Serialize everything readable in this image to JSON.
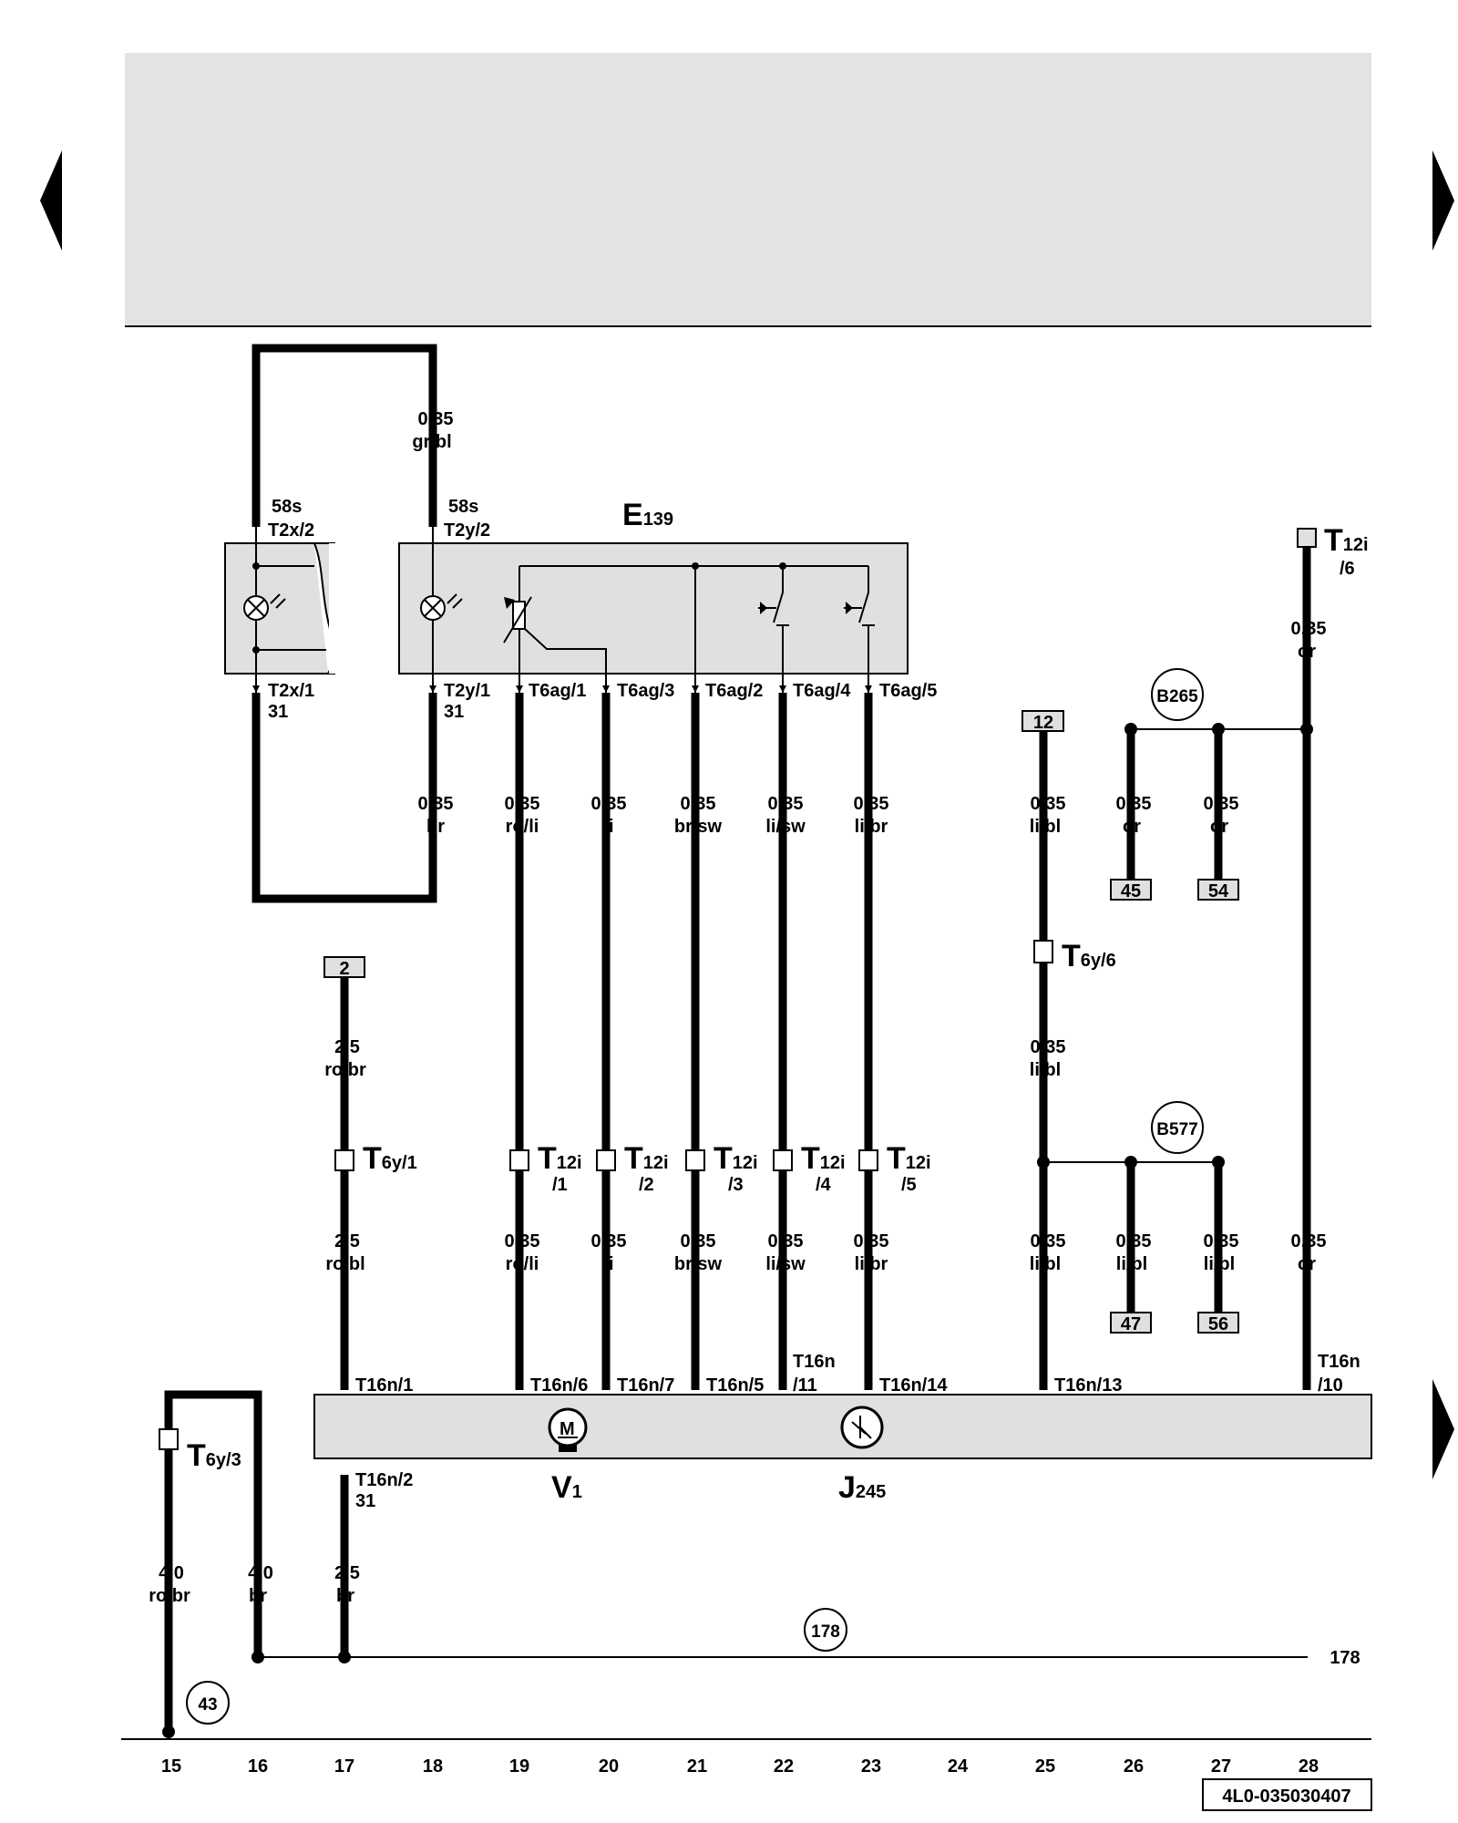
{
  "page_number_left_arrow": "",
  "components": {
    "e139": {
      "name": "E",
      "sub": "139"
    },
    "v1": {
      "name": "V",
      "sub": "1"
    },
    "j245": {
      "name": "J",
      "sub": "245"
    }
  },
  "pin_labels": {
    "t2x_2": "T2x/2",
    "t2x_1": "T2x/1",
    "t2y_2": "T2y/2",
    "t2y_1": "T2y/1",
    "t6ag_1": "T6ag/1",
    "t6ag_3": "T6ag/3",
    "t6ag_2": "T6ag/2",
    "t6ag_4": "T6ag/4",
    "t6ag_5": "T6ag/5",
    "t16n_1": "T16n/1",
    "t16n_6": "T16n/6",
    "t16n_7": "T16n/7",
    "t16n_5": "T16n/5",
    "t16n_11a": "T16n",
    "t16n_11b": "/11",
    "t16n_14": "T16n/14",
    "t16n_13": "T16n/13",
    "t16n_10a": "T16n",
    "t16n_10b": "/10",
    "t16n_2": "T16n/2",
    "s58_a": "58s",
    "s58_b": "58s",
    "s31_a": "31",
    "s31_b": "31",
    "s31_c": "31"
  },
  "connectors": {
    "t12i_main": "T",
    "t12i_sub": "12i",
    "p1": "/1",
    "p2": "/2",
    "p3": "/3",
    "p4": "/4",
    "p5": "/5",
    "p6": "/6",
    "t6y_main": "T",
    "t6y_1": "6y/1",
    "t6y_3": "6y/3",
    "t6y_6": "6y/6"
  },
  "wires": {
    "w18_top": [
      "0,35",
      "gr/bl"
    ],
    "w18": [
      "0,35",
      "br"
    ],
    "w19a": [
      "0,35",
      "ro/li"
    ],
    "w20a": [
      "0,35",
      "li"
    ],
    "w21a": [
      "0,35",
      "br/sw"
    ],
    "w22a": [
      "0,35",
      "li/sw"
    ],
    "w23a": [
      "0,35",
      "li/br"
    ],
    "w19b": [
      "0,35",
      "ro/li"
    ],
    "w20b": [
      "0,35",
      "li"
    ],
    "w21b": [
      "0,35",
      "br/sw"
    ],
    "w22b": [
      "0,35",
      "li/sw"
    ],
    "w23b": [
      "0,35",
      "li/br"
    ],
    "w17a": [
      "2,5",
      "ro/br"
    ],
    "w17b": [
      "2,5",
      "ro/bl"
    ],
    "w17c": [
      "2,5",
      "br"
    ],
    "w15": [
      "4,0",
      "ro/br"
    ],
    "w16": [
      "4,0",
      "br"
    ],
    "w25a": [
      "0,35",
      "li/bl"
    ],
    "w25b": [
      "0,35",
      "li/bl"
    ],
    "w25c": [
      "0,35",
      "li/bl"
    ],
    "w26a": [
      "0,35",
      "or"
    ],
    "w27a": [
      "0,35",
      "or"
    ],
    "w26b": [
      "0,35",
      "li/bl"
    ],
    "w27b": [
      "0,35",
      "li/bl"
    ],
    "w28a": [
      "0,35",
      "or"
    ],
    "w28b": [
      "0,35",
      "or"
    ]
  },
  "refs": {
    "box2": "2",
    "box12": "12",
    "box45": "45",
    "box54": "54",
    "box47": "47",
    "box56": "56",
    "b265": "B265",
    "b577": "B577",
    "c178": "178",
    "c43": "43",
    "end178": "178"
  },
  "columns": [
    "15",
    "16",
    "17",
    "18",
    "19",
    "20",
    "21",
    "22",
    "23",
    "24",
    "25",
    "26",
    "27",
    "28"
  ],
  "doc_code": "4L0-035030407"
}
